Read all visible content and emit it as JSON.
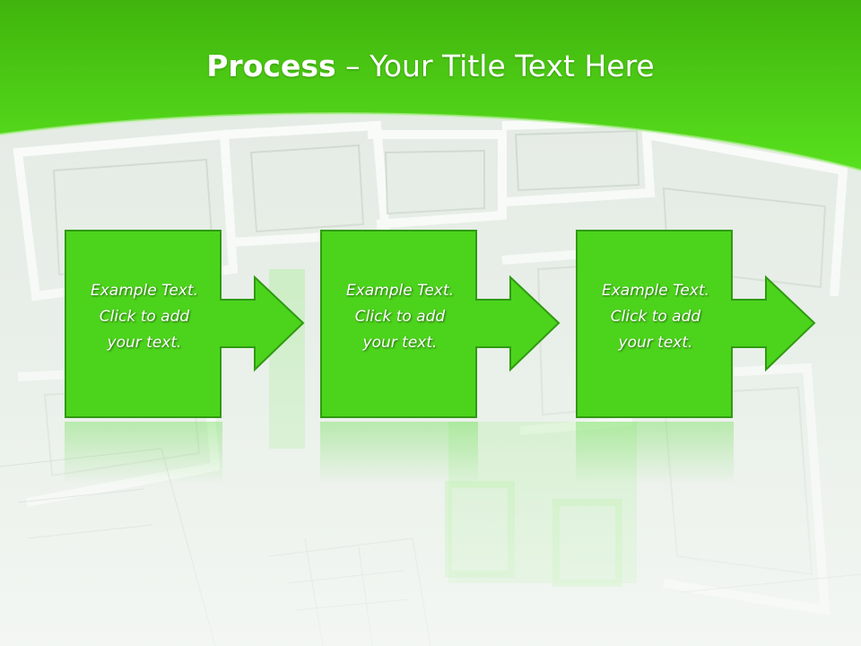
{
  "slide": {
    "title_bold": "Process",
    "title_rest": " – Your Title Text Here",
    "colors": {
      "accent_green": "#4cd41c",
      "header_top": "#44b80e",
      "box_border": "#2f9a10"
    },
    "steps": [
      {
        "line1": "Example Text.",
        "line2": "Click  to add",
        "line3": "your text."
      },
      {
        "line1": "Example Text.",
        "line2": "Click  to add",
        "line3": "your text."
      },
      {
        "line1": "Example Text.",
        "line2": "Click  to add",
        "line3": "your text."
      }
    ]
  }
}
